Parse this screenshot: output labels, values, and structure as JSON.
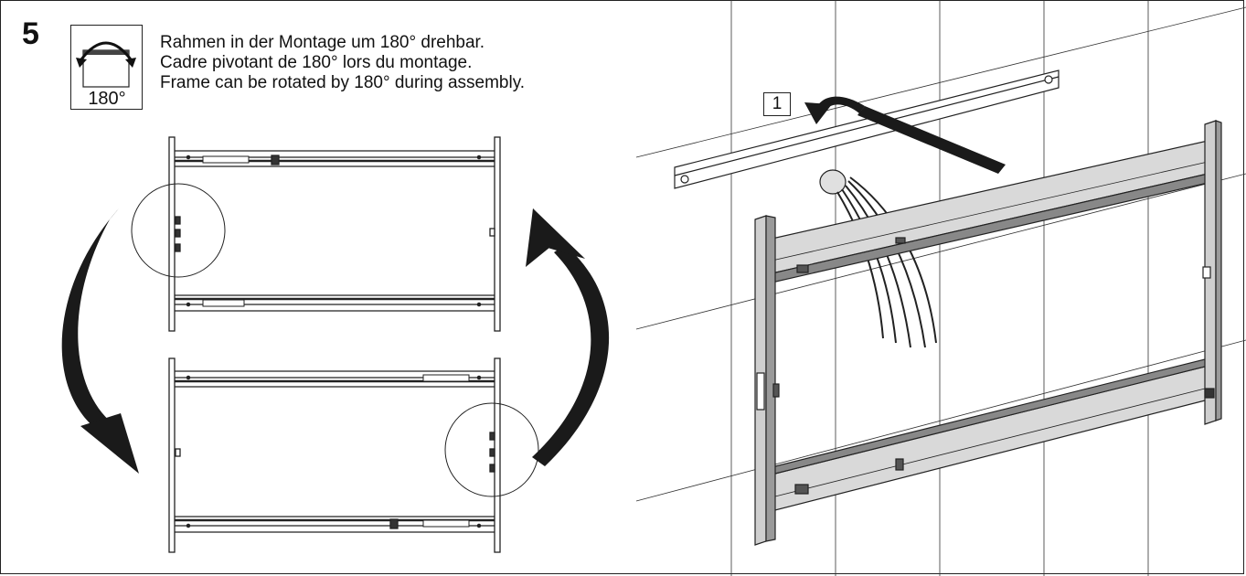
{
  "step": {
    "number": "5"
  },
  "rotation_icon": {
    "label": "180°",
    "icon": "rotate-180-icon"
  },
  "instructions": [
    "Rahmen in der Montage um 180° drehbar.",
    "Cadre pivotant de 180° lors du montage.",
    "Frame can be rotated by 180° during assembly."
  ],
  "callout": {
    "label": "1"
  },
  "colors": {
    "line": "#222222",
    "arrow": "#1a1a1a",
    "frame_fill": "#d9d9d9",
    "frame_dark": "#6b6b6b"
  }
}
